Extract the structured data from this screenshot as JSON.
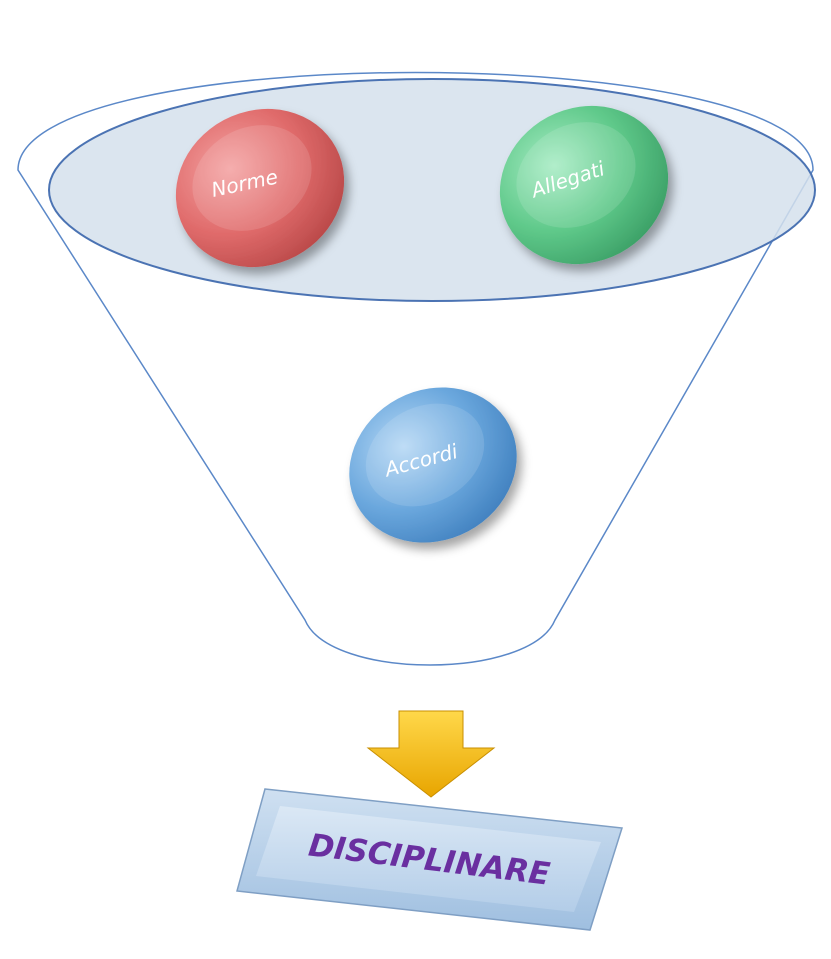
{
  "diagram": {
    "items": [
      {
        "id": "norme",
        "label": "Norme",
        "color": "#e06b6b"
      },
      {
        "id": "allegati",
        "label": "Allegati",
        "color": "#5fc98a"
      },
      {
        "id": "accordi",
        "label": "Accordi",
        "color": "#6aa7dd"
      }
    ],
    "result_label": "DISCIPLINARE",
    "result_text_color": "#6a2fa0",
    "arrow_color": "#f2b705",
    "funnel_outline_color": "#5b88c8",
    "funnel_top_fill": "#d5e0ec"
  }
}
